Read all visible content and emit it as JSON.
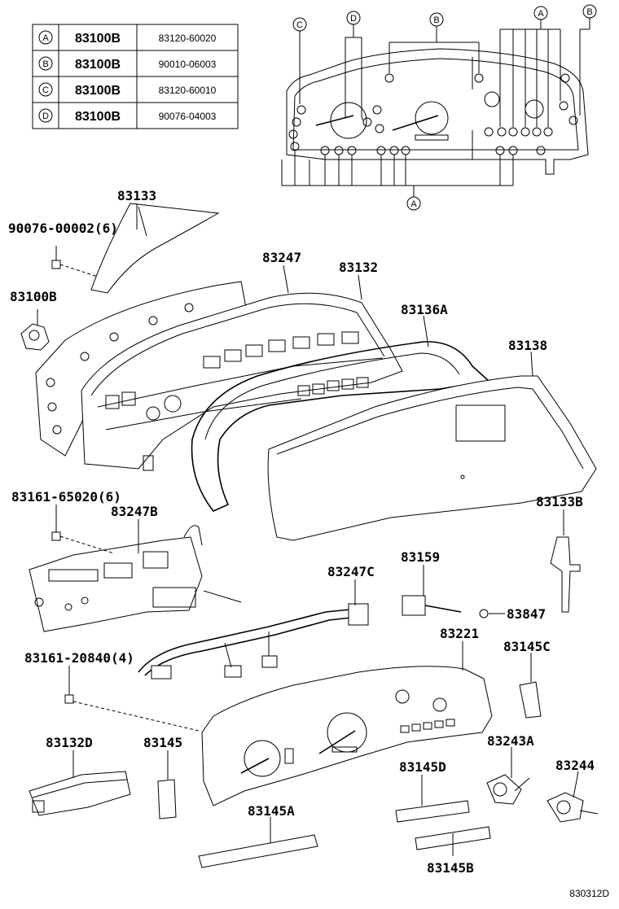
{
  "legend_table": {
    "rows": [
      {
        "letter": "A",
        "code": "83100B",
        "part": "83120-60020"
      },
      {
        "letter": "B",
        "code": "83100B",
        "part": "90010-06003"
      },
      {
        "letter": "C",
        "code": "83100B",
        "part": "83120-60010"
      },
      {
        "letter": "D",
        "code": "83100B",
        "part": "90076-04003"
      }
    ]
  },
  "bulb_map_callouts": {
    "top": [
      "C",
      "D",
      "B",
      "A",
      "B"
    ],
    "bottom": "A"
  },
  "part_labels": {
    "p83133": "83133",
    "p90076": "90076-00002(6)",
    "p83100B": "83100B",
    "p83247": "83247",
    "p83132": "83132",
    "p83136A": "83136A",
    "p83138": "83138",
    "p83161_65020": "83161-65020(6)",
    "p83247B": "83247B",
    "p83133B": "83133B",
    "p83159": "83159",
    "p83247C": "83247C",
    "p83847": "83847",
    "p83221": "83221",
    "p83161_20840": "83161-20840(4)",
    "p83145C": "83145C",
    "p83132D": "83132D",
    "p83145": "83145",
    "p83145D": "83145D",
    "p83243A": "83243A",
    "p83244": "83244",
    "p83145A": "83145A",
    "p83145B": "83145B"
  },
  "diagram_code": "830312D"
}
